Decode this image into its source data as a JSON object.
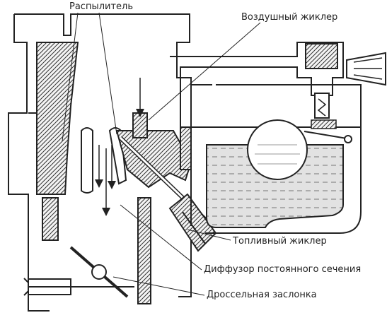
{
  "labels": {
    "sprayer": "Распылитель",
    "air_jet": "Воздушный жиклер",
    "fuel_jet": "Топливный жиклер",
    "diffuser": "Диффузор постоянного сечения",
    "throttle": "Дроссельная заслонка"
  },
  "colors": {
    "ink": "#222222",
    "paper": "#ffffff",
    "fuel": "#dcdcdc"
  }
}
